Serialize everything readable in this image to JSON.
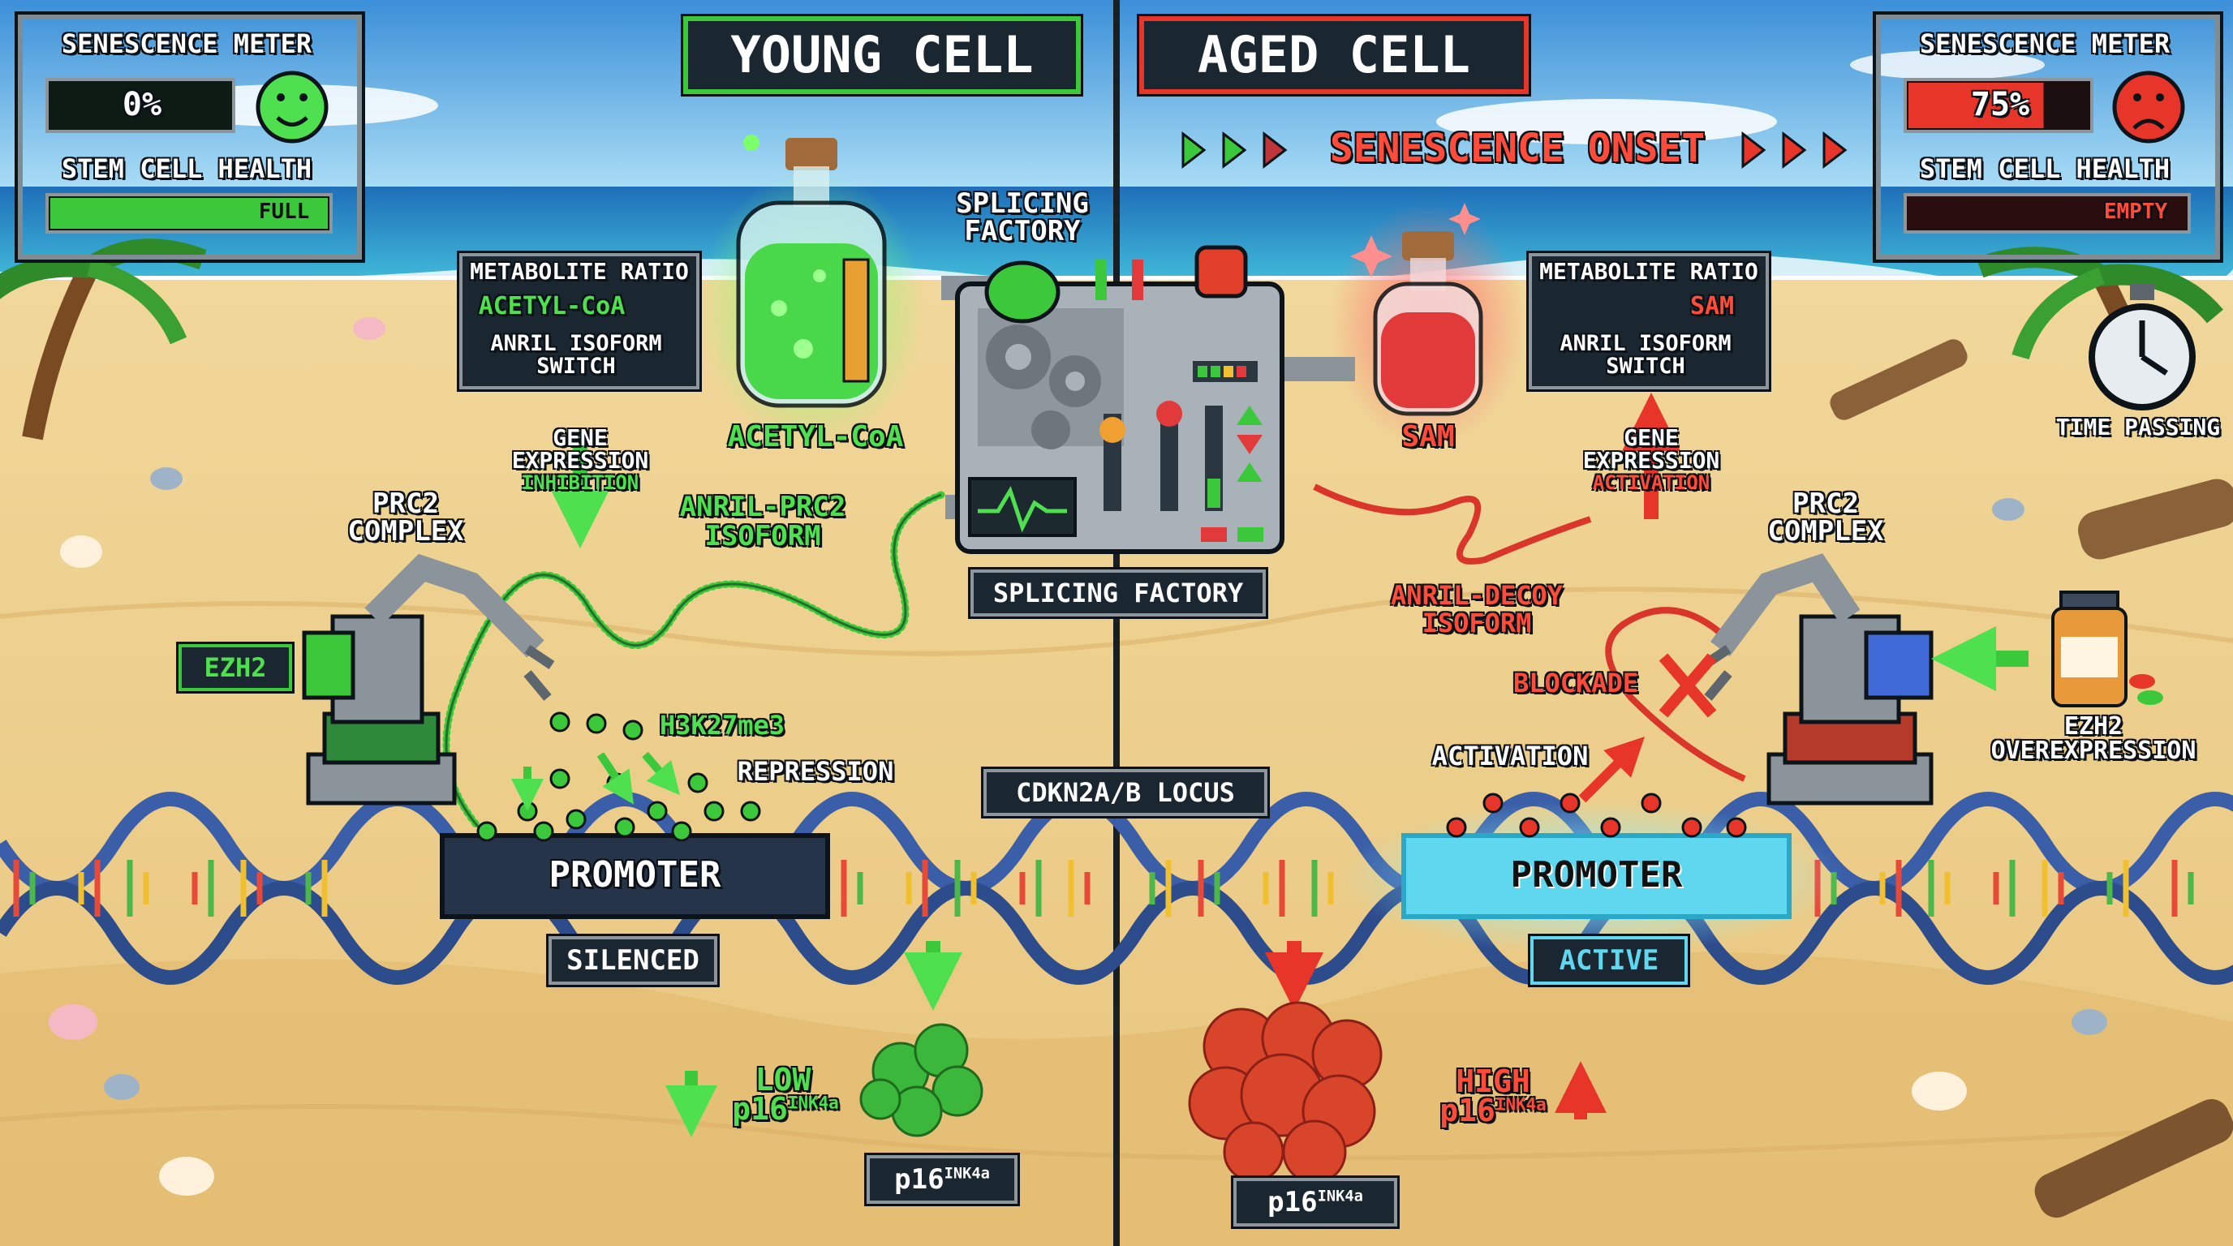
{
  "header": {
    "young_title": "YOUNG CELL",
    "aged_title": "AGED CELL",
    "senescence_onset": "SENESCENCE ONSET"
  },
  "left_meter": {
    "title": "SENESCENCE METER",
    "value": "0%",
    "value_fraction": 0.0,
    "health_label": "STEM CELL HEALTH",
    "health_status": "FULL",
    "health_fraction": 1.0
  },
  "right_meter": {
    "title": "SENESCENCE METER",
    "value": "75%",
    "value_fraction": 0.75,
    "health_label": "STEM CELL HEALTH",
    "health_status": "EMPTY",
    "health_fraction": 0.0
  },
  "young": {
    "metabolite_title": "METABOLITE RATIO",
    "metabolite_value": "ACETYL-CoA",
    "isoform_switch": "ANRIL ISOFORM SWITCH",
    "gene_expr_1": "GENE",
    "gene_expr_2": "EXPRESSION",
    "gene_expr_3": "INHIBITION",
    "flask_label": "ACETYL-CoA",
    "prc2_1": "PRC2",
    "prc2_2": "COMPLEX",
    "ezh2": "EZH2",
    "anril_1": "ANRIL-PRC2",
    "anril_2": "ISOFORM",
    "h3k27": "H3K27me3",
    "repression": "REPRESSION",
    "promoter": "PROMOTER",
    "silenced": "SILENCED",
    "low_1": "LOW",
    "low_2": "p16",
    "low_sup": "INK4a",
    "p16_label": "p16",
    "p16_sup": "INK4a"
  },
  "center": {
    "factory_top_1": "SPLICING",
    "factory_top_2": "FACTORY",
    "factory_label": "SPLICING FACTORY",
    "locus": "CDKN2A/B LOCUS"
  },
  "aged": {
    "metabolite_title": "METABOLITE RATIO",
    "metabolite_value": "SAM",
    "isoform_switch": "ANRIL ISOFORM SWITCH",
    "gene_expr_1": "GENE",
    "gene_expr_2": "EXPRESSION",
    "gene_expr_3": "ACTIVATION",
    "flask_label": "SAM",
    "time_passing": "TIME PASSING",
    "prc2_1": "PRC2",
    "prc2_2": "COMPLEX",
    "anril_1": "ANRIL-DECOY",
    "anril_2": "ISOFORM",
    "blockade": "BLOCKADE",
    "activation": "ACTIVATION",
    "ezh2_1": "EZH2",
    "ezh2_2": "OVEREXPRESSION",
    "promoter": "PROMOTER",
    "active": "ACTIVE",
    "high_1": "HIGH",
    "high_2": "p16",
    "high_sup": "INK4a",
    "p16_label": "p16",
    "p16_sup": "INK4a"
  },
  "colors": {
    "young_accent": "#4ee04e",
    "aged_accent": "#ff4b3a",
    "active_promoter": "#5fd8ef",
    "panel_bg": "#1e2a33"
  }
}
